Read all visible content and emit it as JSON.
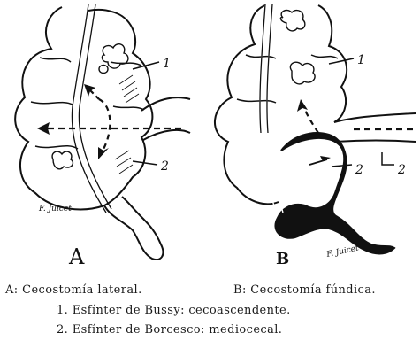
{
  "figure": {
    "panel_a_letter": "A",
    "panel_b_letter": "B",
    "callouts_a": [
      "1",
      "2"
    ],
    "callouts_b": [
      "1",
      "2",
      "2"
    ],
    "signature": "F. Juicet"
  },
  "caption": {
    "line_a": "A: Cecostomía lateral.",
    "line_b": "B: Cecostomía fúndica.",
    "line_1": "1. Esfínter de Bussy: cecoascendente.",
    "line_2": "2. Esfínter de Borcesco: mediocecal."
  }
}
